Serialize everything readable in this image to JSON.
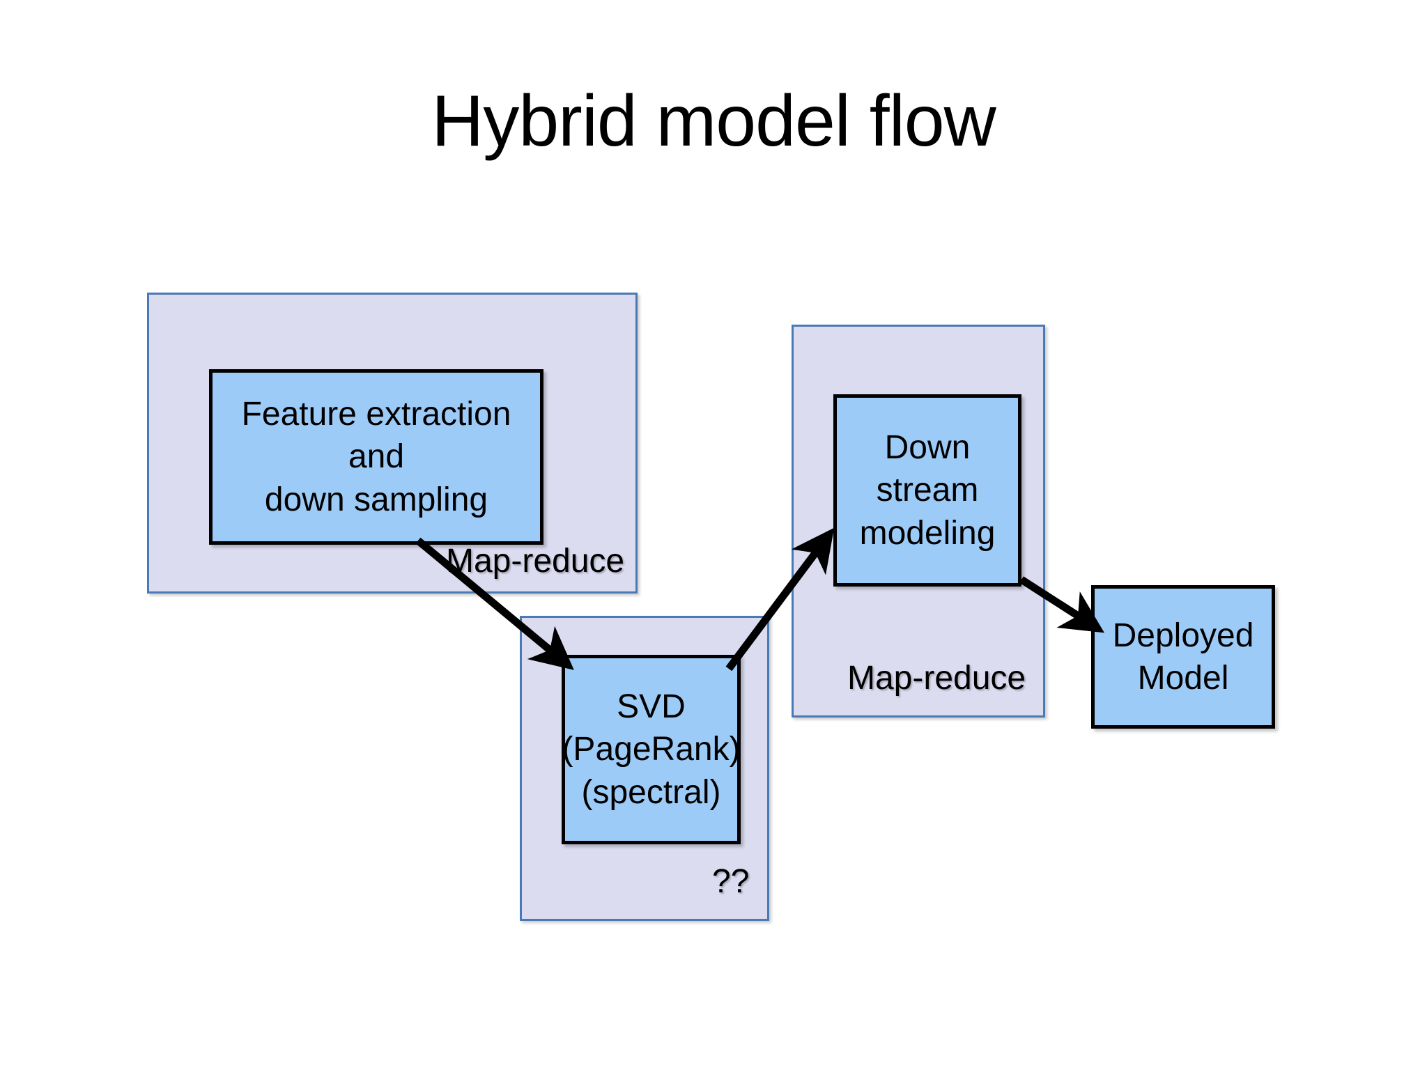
{
  "slide": {
    "title": "Hybrid model flow",
    "background_color": "#ffffff"
  },
  "colors": {
    "region_fill": "#dcdcf1",
    "region_border": "#4a7ab5",
    "node_fill": "#9dcbf8",
    "node_border": "#000000",
    "text": "#000000",
    "arrow": "#000000"
  },
  "regions": [
    {
      "id": "region-map-reduce-1",
      "label": "Map-reduce",
      "node": {
        "id": "node-feature-extraction",
        "lines": [
          "Feature extraction",
          "and",
          "down sampling"
        ]
      }
    },
    {
      "id": "region-unknown",
      "label": "??",
      "node": {
        "id": "node-svd",
        "lines": [
          "SVD",
          "(PageRank)",
          "(spectral)"
        ]
      }
    },
    {
      "id": "region-map-reduce-2",
      "label": "Map-reduce",
      "node": {
        "id": "node-downstream-modeling",
        "lines": [
          "Down",
          "stream",
          "modeling"
        ]
      }
    }
  ],
  "standalone_nodes": [
    {
      "id": "node-deployed-model",
      "lines": [
        "Deployed",
        "Model"
      ]
    }
  ],
  "arrows": [
    {
      "id": "arrow-feature-to-svd",
      "from": "node-feature-extraction",
      "to": "node-svd"
    },
    {
      "id": "arrow-svd-to-downstream",
      "from": "node-svd",
      "to": "node-downstream-modeling"
    },
    {
      "id": "arrow-downstream-to-model",
      "from": "node-downstream-modeling",
      "to": "node-deployed-model"
    }
  ]
}
